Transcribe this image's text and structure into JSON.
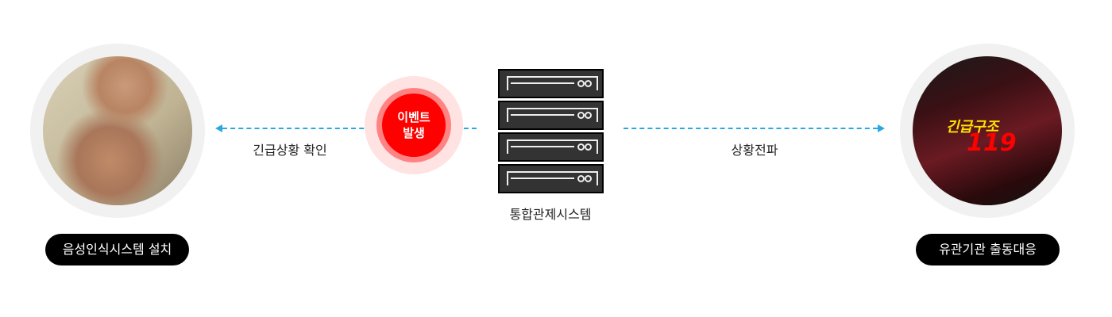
{
  "left": {
    "label": "음성인식시스템 설치",
    "arrow_label": "긴급상황 확인"
  },
  "event": {
    "line1": "이벤트",
    "line2": "발생"
  },
  "center": {
    "label": "통합관제시스템"
  },
  "right": {
    "label": "유관기관 출동대응",
    "arrow_label": "상황전파",
    "logo_text": "긴급구조",
    "logo_number": "119"
  },
  "colors": {
    "arrow": "#29a9e0",
    "event": "#ff0000",
    "pill": "#000000"
  }
}
